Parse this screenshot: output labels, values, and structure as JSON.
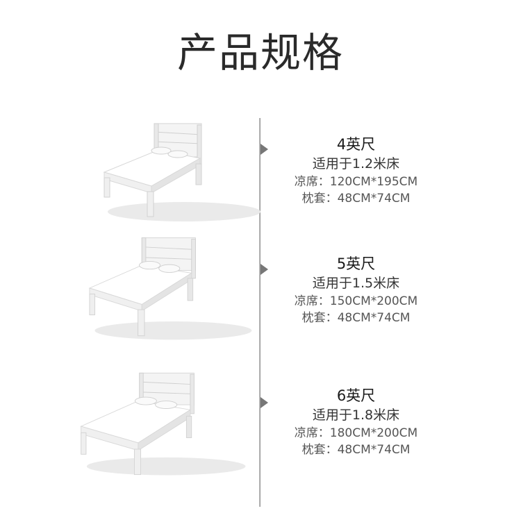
{
  "page": {
    "title": "产品规格"
  },
  "specs": [
    {
      "size": "4英尺",
      "fit": "适用于1.2米床",
      "mat": "凉席：120CM*195CM",
      "pillow": "枕套：48CM*74CM"
    },
    {
      "size": "5英尺",
      "fit": "适用于1.5米床",
      "mat": "凉席：150CM*200CM",
      "pillow": "枕套：48CM*74CM"
    },
    {
      "size": "6英尺",
      "fit": "适用于1.8米床",
      "mat": "凉席：180CM*200CM",
      "pillow": "枕套：48CM*74CM"
    }
  ],
  "colors": {
    "divider": "#8a8a8a",
    "marker": "#777777",
    "bed_frame": "#f2f2f2",
    "bed_shadow": "#d6d6d6"
  }
}
